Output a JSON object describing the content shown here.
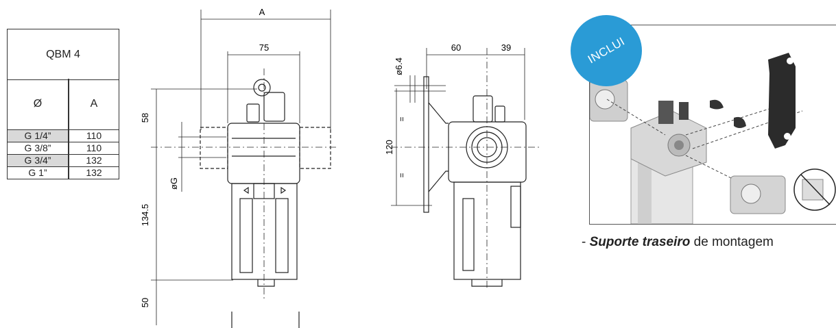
{
  "table": {
    "title": "QBM 4",
    "col1_header": "Ø",
    "col2_header": "A",
    "rows": [
      {
        "size": "G 1/4”",
        "a": "110",
        "shaded": true
      },
      {
        "size": "G 3/8”",
        "a": "110",
        "shaded": false
      },
      {
        "size": "G 3/4”",
        "a": "132",
        "shaded": true
      },
      {
        "size": "G 1”",
        "a": "132",
        "shaded": false
      }
    ]
  },
  "front_view": {
    "dim_a": "A",
    "dim_width": "75",
    "dim_top": "58",
    "dim_port": "øG",
    "dim_body": "134.5",
    "dim_clearance": "50"
  },
  "side_view": {
    "dim_hole": "ø6.4",
    "dim_left": "60",
    "dim_right": "39",
    "dim_height": "120",
    "eq1": "=",
    "eq2": "="
  },
  "photo": {
    "badge": "INCLUI",
    "caption_prefix": "- ",
    "caption_bold": "Suporte traseiro",
    "caption_rest": " de montagem",
    "colors": {
      "badge": "#2a9bd6",
      "table_shade": "#d9d9d9"
    }
  }
}
